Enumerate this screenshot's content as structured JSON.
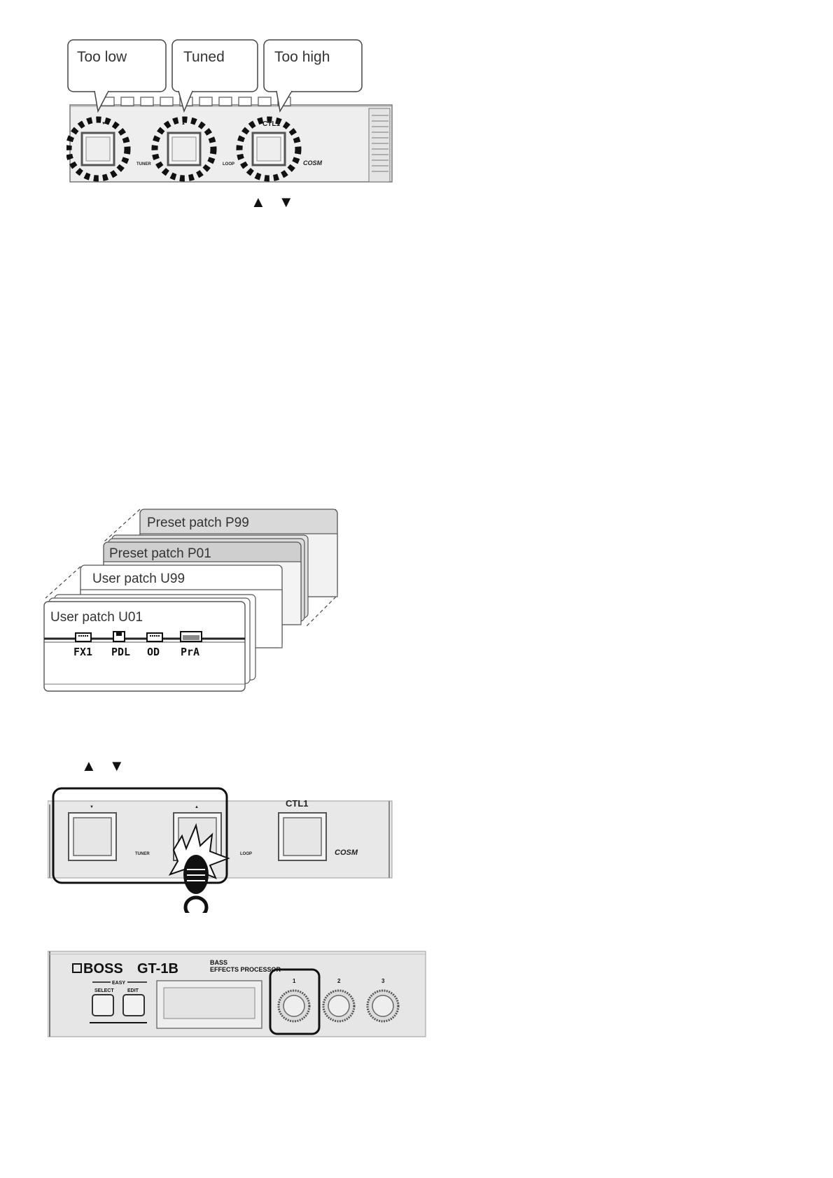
{
  "tuner_figure": {
    "callouts": [
      "Too low",
      "Tuned",
      "Too high"
    ],
    "pedal_labels": {
      "down": "▼",
      "up": "▲",
      "ctl": "CTL1",
      "tuner": "TUNER",
      "loop": "LOOP",
      "cosm": "COSM"
    },
    "arrows_caption": "▲ ▼"
  },
  "patch_figure": {
    "patches": [
      "Preset patch P99",
      "Preset patch P01",
      "User patch U99",
      "User patch U01"
    ],
    "effect_icons": [
      "FX1",
      "PDL",
      "OD",
      "PrA"
    ]
  },
  "switch_figure": {
    "arrows_caption": "▲ ▼",
    "pedal_labels": {
      "down": "▼",
      "up": "▲",
      "ctl": "CTL1",
      "tuner": "TUNER",
      "loop": "LOOP",
      "cosm": "COSM"
    }
  },
  "panel_figure": {
    "brand": "BOSS",
    "model": "GT-1B",
    "subtitle_line1": "BASS",
    "subtitle_line2": "EFFECTS PROCESSOR",
    "easy_label": "EASY",
    "select_label": "SELECT",
    "edit_label": "EDIT",
    "knob_numbers": [
      "1",
      "2",
      "3"
    ]
  }
}
